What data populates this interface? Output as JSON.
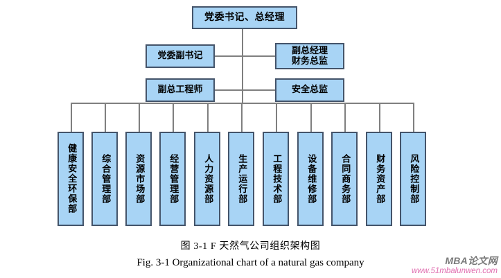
{
  "figure": {
    "caption_cn": "图 3-1 F 天然气公司组织架构图",
    "caption_en": "Fig. 3-1 Organizational chart of a natural gas company"
  },
  "watermark": {
    "brand": "MBA论文网",
    "url": "www.51mbalunwen.com"
  },
  "colors": {
    "box_fill": "#a8d4f5",
    "box_border": "#44546a",
    "connector": "#7f7f7f",
    "watermark_url": "#e06fb0"
  },
  "org": {
    "top": {
      "label": "党委书记、总经理"
    },
    "level2_left": [
      {
        "label": "党委副书记"
      },
      {
        "label": "副总工程师"
      }
    ],
    "level2_right": [
      {
        "line1": "副总经理",
        "line2": "财务总监"
      },
      {
        "label": "安全总监"
      }
    ],
    "departments": [
      {
        "label": "健康安全环保部"
      },
      {
        "label": "综合管理部"
      },
      {
        "label": "资源市场部"
      },
      {
        "label": "经营管理部"
      },
      {
        "label": "人力资源部"
      },
      {
        "label": "生产运行部"
      },
      {
        "label": "工程技术部"
      },
      {
        "label": "设备维修部"
      },
      {
        "label": "合同商务部"
      },
      {
        "label": "财务资产部"
      },
      {
        "label": "风险控制部"
      }
    ]
  }
}
